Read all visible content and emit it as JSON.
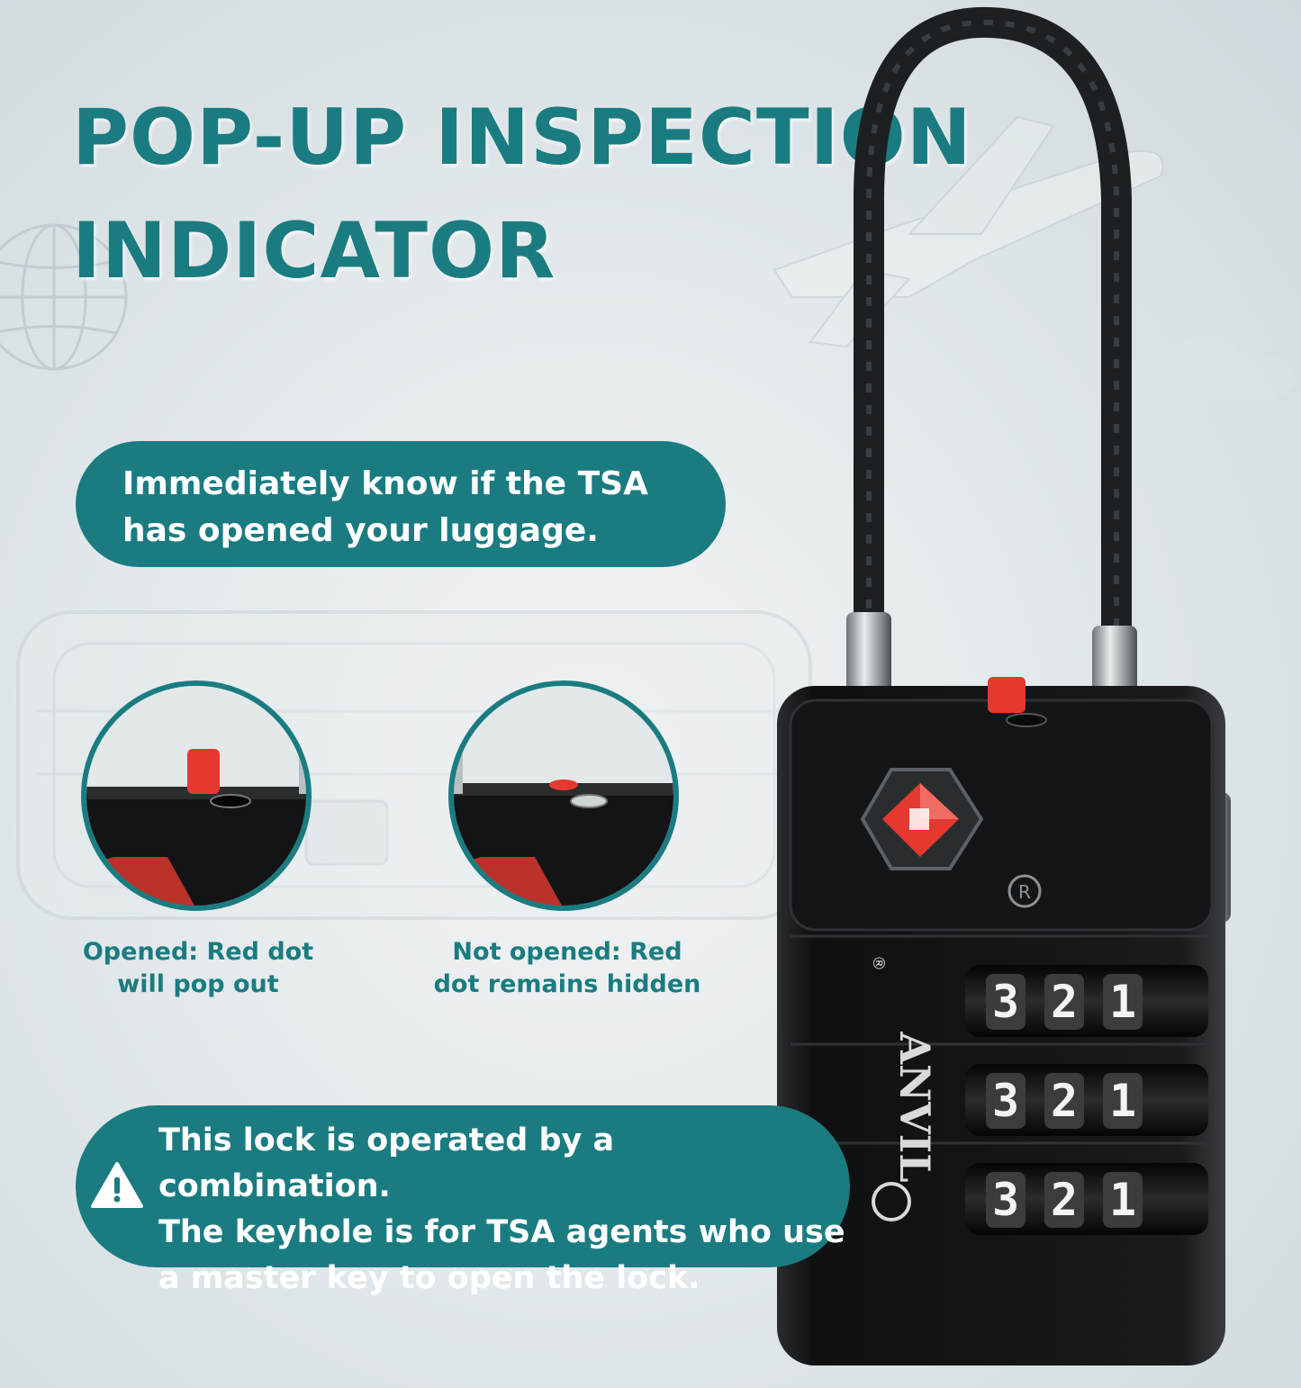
{
  "colors": {
    "teal": "#1a7c80",
    "lock_body": "#141618",
    "red_dot": "#e5392f"
  },
  "headline": {
    "line1": "POP-UP INSPECTION",
    "line2": "INDICATOR"
  },
  "callout_top": {
    "line1": "Immediately know if the TSA",
    "line2": "has opened your luggage."
  },
  "insets": [
    {
      "caption_line1": "Opened: Red dot",
      "caption_line2": "will pop out",
      "state": "popped"
    },
    {
      "caption_line1": "Not opened: Red",
      "caption_line2": "dot remains hidden",
      "state": "hidden"
    }
  ],
  "callout_bottom": {
    "icon": "warning-icon",
    "line1": "This lock is operated by a combination.",
    "line2": "The keyhole is for TSA agents who use",
    "line3": "a master key to open the lock."
  },
  "lock": {
    "brand": "ANVIL",
    "registered_mark": "®",
    "dial_rows": [
      [
        "3",
        "2",
        "1"
      ],
      [
        "3",
        "2",
        "1"
      ],
      [
        "3",
        "2",
        "1"
      ]
    ]
  }
}
